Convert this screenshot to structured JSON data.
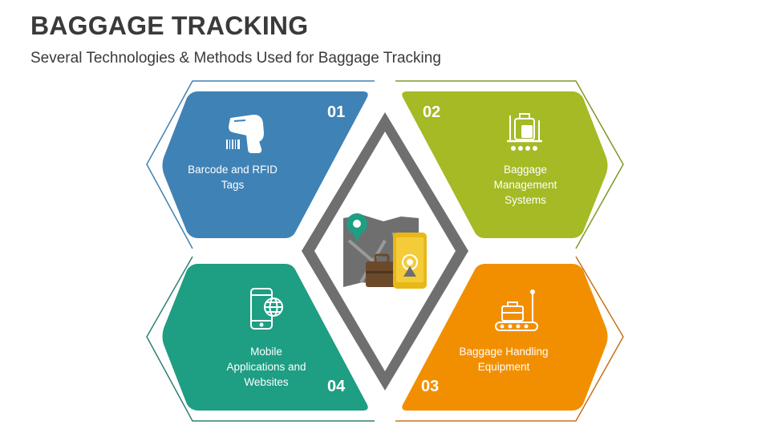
{
  "title": "BAGGAGE TRACKING",
  "subtitle": "Several Technologies & Methods Used for Baggage Tracking",
  "colors": {
    "blue": "#3f82b6",
    "green": "#a5ba24",
    "orange": "#f28f00",
    "teal": "#1e9e83",
    "outline_gray": "#6f6f6f"
  },
  "items": [
    {
      "number": "01",
      "label": "Barcode and RFID\nTags",
      "icon": "barcode-scanner-icon",
      "color": "#3f82b6"
    },
    {
      "number": "02",
      "label": "Baggage\nManagement\nSystems",
      "icon": "baggage-conveyor-icon",
      "color": "#a5ba24"
    },
    {
      "number": "03",
      "label": "Baggage Handling\nEquipment",
      "icon": "luggage-handling-icon",
      "color": "#f28f00"
    },
    {
      "number": "04",
      "label": "Mobile\nApplications and\nWebsites",
      "icon": "mobile-globe-icon",
      "color": "#1e9e83"
    }
  ],
  "center": {
    "icon": "map-luggage-phone-icon"
  }
}
